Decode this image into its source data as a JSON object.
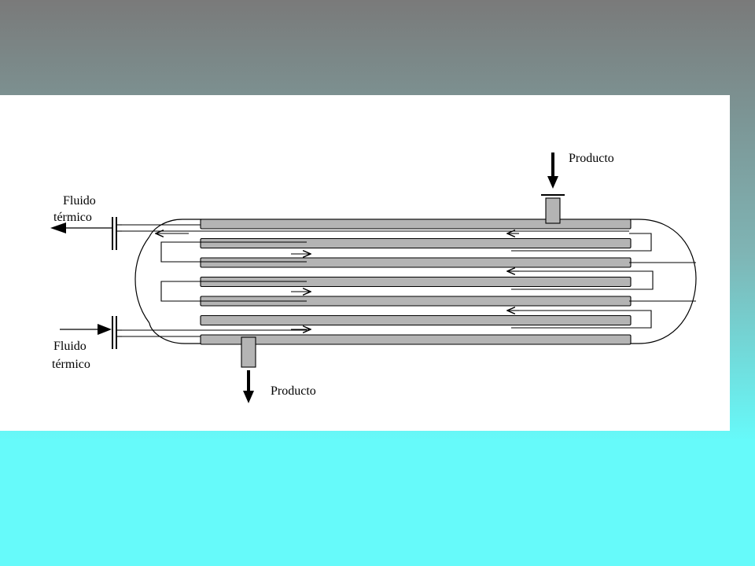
{
  "background": {
    "gradient_top": "#7a7a7a",
    "gradient_mid": "#7fb5b5",
    "gradient_bottom": "#66fafa"
  },
  "diagram": {
    "labels": {
      "product_in": "Producto",
      "product_out": "Producto",
      "thermal_fluid_out_line1": "Fluido",
      "thermal_fluid_out_line2": "térmico",
      "thermal_fluid_in_line1": "Fluido",
      "thermal_fluid_in_line2": "térmico"
    },
    "colors": {
      "tube_fill": "#b4b4b4",
      "stroke": "#000000",
      "panel": "#ffffff"
    },
    "tube_count": 7
  }
}
